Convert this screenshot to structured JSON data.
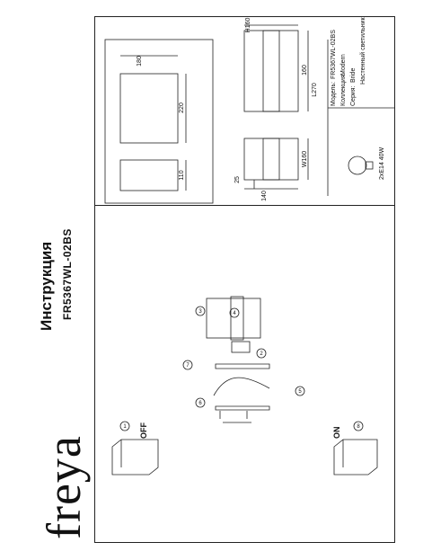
{
  "document": {
    "brand": "freya",
    "title": "Инструкция",
    "model": "FR5367WL-02BS"
  },
  "front_view": {
    "dim_width": "180",
    "dim_top": "220",
    "dim_bottom": "110"
  },
  "side_views": {
    "height_top": "H160",
    "length_top": "160",
    "length_label": "L270",
    "width_label": "W160",
    "bottom_140": "140",
    "left_25": "25"
  },
  "specs": {
    "model_label": "Модель:",
    "model_value": "FR5367WL-02BS",
    "collection_label": "Коллекция:",
    "collection_value": "Modern",
    "series_label": "Серия:",
    "series_value": "Bride",
    "type_value": "Настенный светильник",
    "bulb": "2xE14 40W"
  },
  "steps": {
    "off_label": "OFF",
    "on_label": "ON",
    "n1": "1",
    "n2": "2",
    "n3": "3",
    "n4": "4",
    "n5": "5",
    "n6": "6",
    "n7": "7",
    "n8": "8"
  }
}
